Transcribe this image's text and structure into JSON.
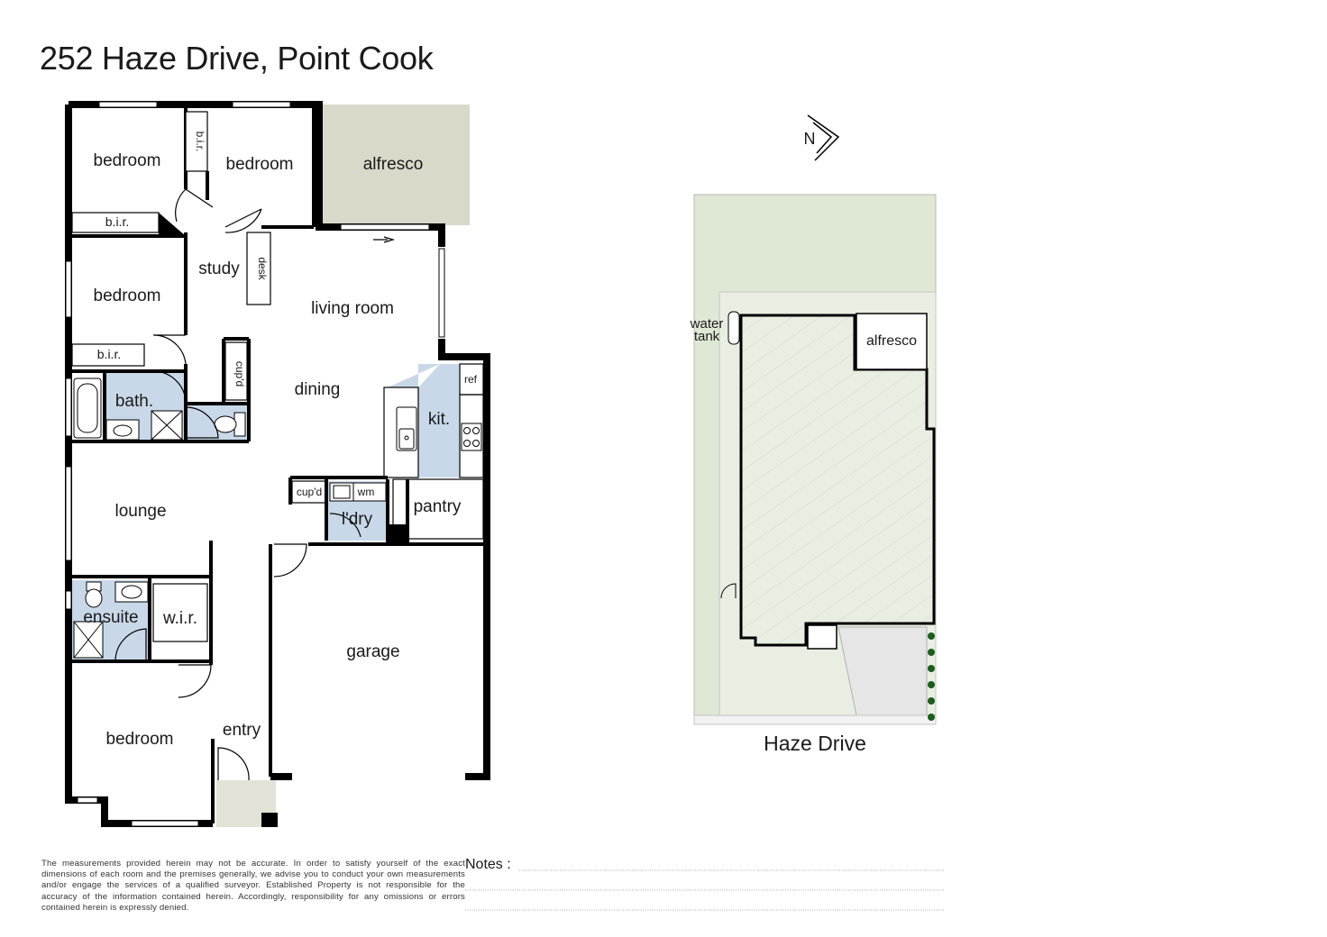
{
  "title": "252 Haze Drive, Point Cook",
  "colors": {
    "wall": "#000000",
    "wet_area": "#c9d8e8",
    "alfresco": "#d8d9c9",
    "site_grass": "#dfe8d5",
    "driveway": "#e6e6e6",
    "hedge_dot": "#1f5a1f"
  },
  "floor_plan": {
    "rooms": {
      "bedroom_nw": "bedroom",
      "bir_top": "b.i.r.",
      "bedroom_n": "bedroom",
      "alfresco": "alfresco",
      "bir_w": "b.i.r.",
      "study": "study",
      "desk": "desk",
      "bedroom_w": "bedroom",
      "bir_w2": "b.i.r.",
      "living_room": "living room",
      "cupd_hall": "cup'd",
      "dining": "dining",
      "bath": "bath.",
      "ref": "ref",
      "kit": "kit.",
      "lounge": "lounge",
      "cupd_ldry": "cup'd",
      "wm": "wm",
      "ldry": "l'dry",
      "pantry": "pantry",
      "ensuite": "ensuite",
      "wir": "w.i.r.",
      "garage": "garage",
      "bedroom_s": "bedroom",
      "entry": "entry"
    }
  },
  "site_plan": {
    "north_label": "N",
    "water_tank": [
      "water",
      "tank"
    ],
    "alfresco": "alfresco",
    "street": "Haze Drive"
  },
  "disclaimer": "The measurements provided herein may not be accurate. In order to satisfy yourself of the exact dimensions of each room and the premises generally, we advise you to conduct your own measurements and/or engage the services of a qualified surveyor. Established Property is not responsible for the accuracy of the information contained herein. Accordingly, responsibility for any omissions or errors contained herein is expressly denied.",
  "notes_label": "Notes :"
}
